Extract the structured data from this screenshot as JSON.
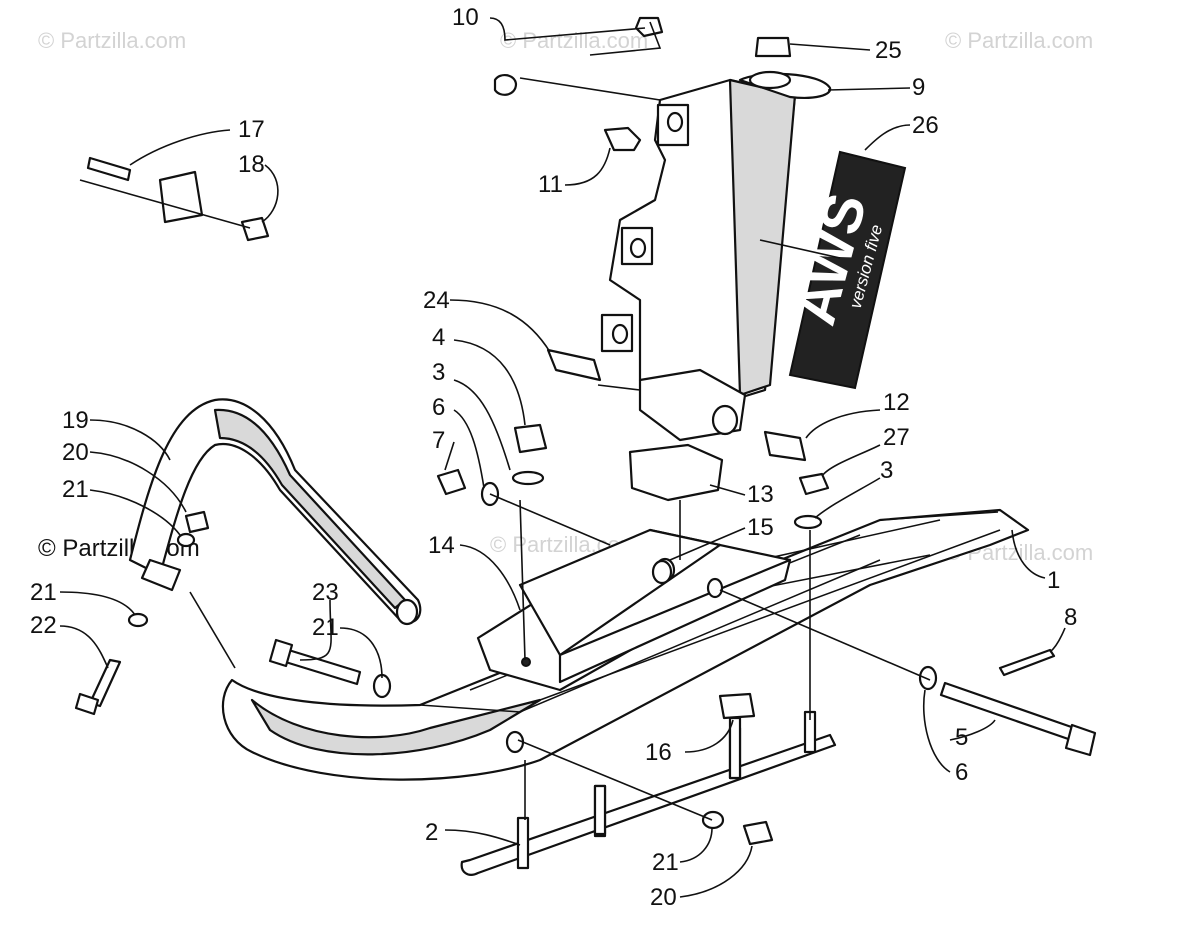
{
  "watermark": {
    "text": "© Partzilla.com",
    "dark_text": "© Partzilla.com"
  },
  "decal": {
    "brand": "AWS",
    "sub": "version five"
  },
  "callouts": [
    "1",
    "2",
    "3",
    "3",
    "4",
    "5",
    "6",
    "6",
    "7",
    "8",
    "9",
    "10",
    "11",
    "12",
    "13",
    "14",
    "15",
    "16",
    "17",
    "18",
    "19",
    "20",
    "20",
    "21",
    "21",
    "21",
    "21",
    "22",
    "23",
    "24",
    "25",
    "26",
    "27"
  ]
}
